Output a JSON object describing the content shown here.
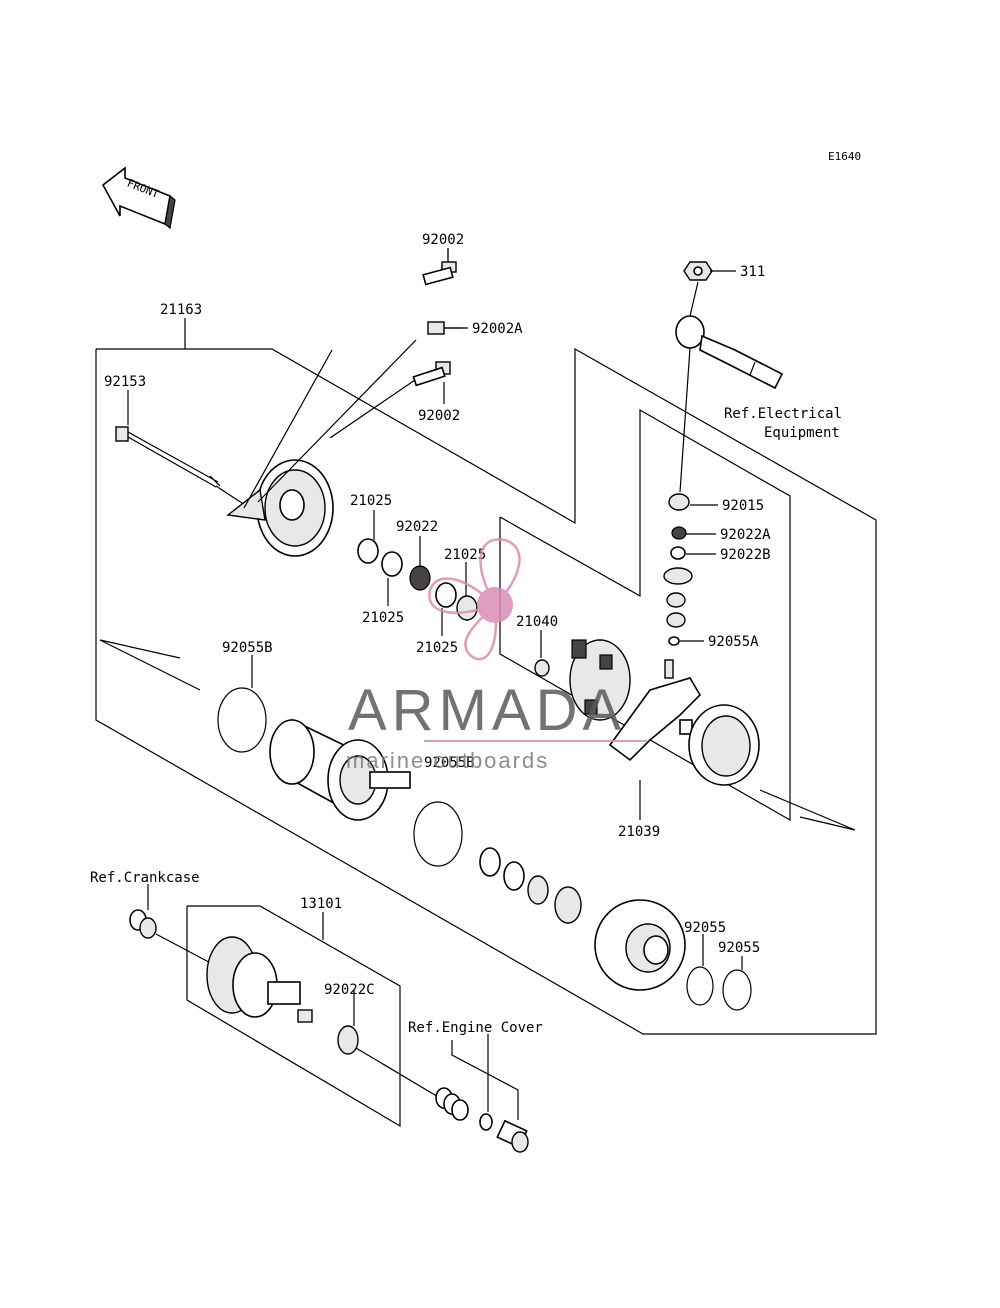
{
  "diagram_code": "E1640",
  "front_label": "FRONT",
  "watermark": {
    "title": "ARMADA",
    "subtitle": "marine outboards"
  },
  "references": {
    "electrical_line1": "Ref.Electrical",
    "electrical_line2": "Equipment",
    "crankcase": "Ref.Crankcase",
    "engine_cover": "Ref.Engine Cover"
  },
  "parts": {
    "p92002_top": "92002",
    "p92002a": "92002A",
    "p92002_mid": "92002",
    "p21163": "21163",
    "p92153": "92153",
    "p311": "311",
    "p92015": "92015",
    "p92022a": "92022A",
    "p92022b": "92022B",
    "p92055a": "92055A",
    "p21025_a": "21025",
    "p92022": "92022",
    "p21025_b": "21025",
    "p21025_c": "21025",
    "p21025_d": "21025",
    "p21040": "21040",
    "p92055b_left": "92055B",
    "p92055b_mid": "92055B",
    "p21039": "21039",
    "p13101": "13101",
    "p92022c": "92022C",
    "p92055_a": "92055",
    "p92055_b": "92055"
  },
  "colors": {
    "watermark_pink": "#d98cb3",
    "watermark_gray": "#5a5a5a"
  }
}
